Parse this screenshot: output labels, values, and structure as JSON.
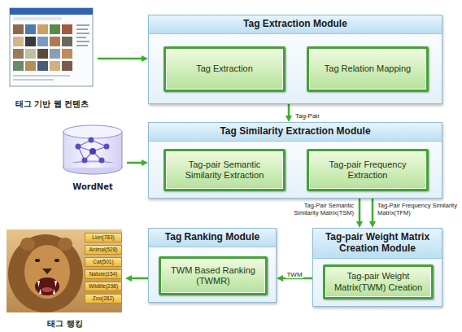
{
  "diagram": {
    "nodes": [
      {
        "text": [
          "태그 기반 웹 컨텐츠"
        ]
      },
      {
        "text": [
          "Tag Extraction Module"
        ]
      },
      {
        "text": [
          "Tag Extraction"
        ],
        "in": 1
      },
      {
        "text": [
          "Tag Relation Mapping"
        ],
        "in": 1
      },
      {
        "text": [
          "WordNet"
        ]
      },
      {
        "text": [
          "Tag Similarity Extraction Module"
        ]
      },
      {
        "text": [
          "Tag-pair Semantic Similarity Extraction"
        ],
        "in": 5
      },
      {
        "text": [
          "Tag-pair Frequency Extraction"
        ],
        "in": 5
      },
      {
        "text": [
          "태그 랭킹"
        ]
      },
      {
        "text": [
          "Lion(783)"
        ],
        "in": 8
      },
      {
        "text": [
          "Animal(528)"
        ],
        "in": 8
      },
      {
        "text": [
          "Cat(501)"
        ],
        "in": 8
      },
      {
        "text": [
          "Nature(154)"
        ],
        "in": 8
      },
      {
        "text": [
          "Wildlife(298)"
        ],
        "in": 8
      },
      {
        "text": [
          "Zoo(282)"
        ],
        "in": 8
      },
      {
        "text": [
          "Tag Ranking Module"
        ]
      },
      {
        "text": [
          "TWM Based Ranking (TWMR)"
        ],
        "in": 15
      },
      {
        "text": [
          "Tag-pair Weight Matrix Creation Module"
        ]
      },
      {
        "text": [
          "Tag-pair Weight Matrix(TWM) Creation"
        ],
        "in": 17
      }
    ],
    "edges": [
      {
        "from": 0,
        "to": 1,
        "arrow": "to"
      },
      {
        "from": 2,
        "to": 3,
        "arrow": "to"
      },
      {
        "from": 1,
        "to": 5,
        "arrow": "to",
        "label": "Tag-Pair"
      },
      {
        "from": 4,
        "to": 5,
        "arrow": "to"
      },
      {
        "from": 5,
        "to": 17,
        "arrow": "to",
        "label": "Tag-Pair Semantic Similarity Matrix(TSM)"
      },
      {
        "from": 5,
        "to": 17,
        "arrow": "to",
        "label": "Tag-Pair Frequency Similarity Matrix(TFM)"
      },
      {
        "from": 17,
        "to": 15,
        "arrow": "to",
        "label": "TWM"
      },
      {
        "from": 15,
        "to": 8,
        "arrow": "to"
      }
    ]
  }
}
